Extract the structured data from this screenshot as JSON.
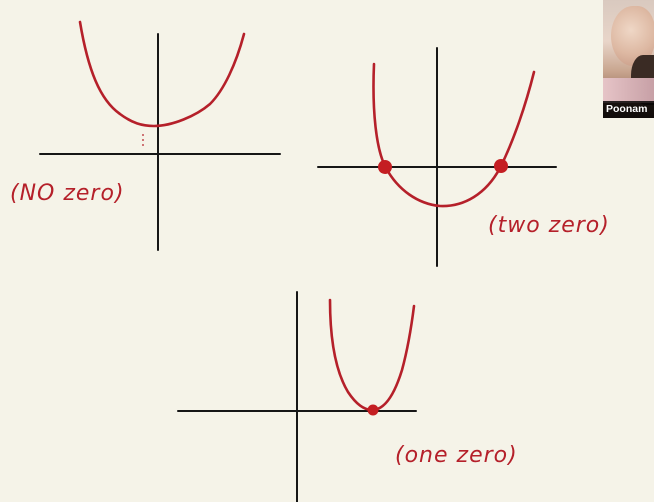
{
  "labels": {
    "no_zero": "(NO zero)",
    "two_zero": "(two zero)",
    "one_zero": "(one zero)"
  },
  "participant": {
    "name": "Poonam"
  },
  "colors": {
    "ink_axes": "#161616",
    "ink_curves": "#b5202a",
    "board": "#f5f3e8"
  }
}
